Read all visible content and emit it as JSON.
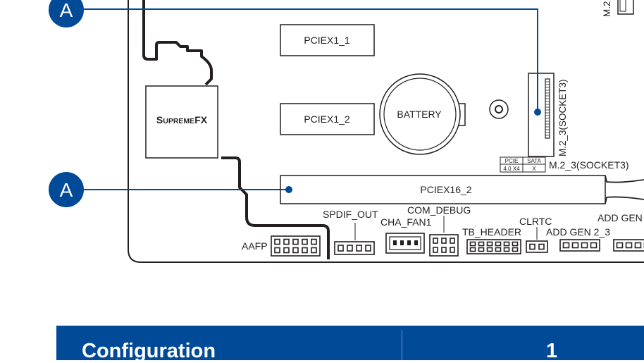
{
  "callouts": [
    {
      "id": "top",
      "label": "A"
    },
    {
      "id": "bottom",
      "label": "A"
    }
  ],
  "slots": {
    "pciex1_1": "PCIEX1_1",
    "pciex1_2": "PCIEX1_2",
    "pciex16_2": "PCIEX16_2"
  },
  "battery": "BATTERY",
  "audio_chip": {
    "prefix": "S",
    "small": "UPREME",
    "suffix": "FX"
  },
  "m2": {
    "top_label": "M.2",
    "vertical_label": "M.2_3(SOCKET3)",
    "horizontal_label": "M.2_3(SOCKET3)",
    "table": {
      "pcie": "PCIE",
      "pcie_mode": "4.0 X4",
      "sata": "SATA",
      "sata_mode": "X"
    }
  },
  "headers": {
    "spdif_out": "SPDIF_OUT",
    "com_debug": "COM_DEBUG",
    "cha_fan1": "CHA_FAN1",
    "clrtc": "CLRTC",
    "tb_header": "TB_HEADER",
    "add_gen_2_3": "ADD GEN 2_3",
    "add_gen": "ADD GEN",
    "aafp": "AAFP"
  },
  "colors": {
    "accent_blue": "#004a97",
    "line": "#231f20"
  },
  "config": {
    "label": "Configuration",
    "value": "1"
  }
}
